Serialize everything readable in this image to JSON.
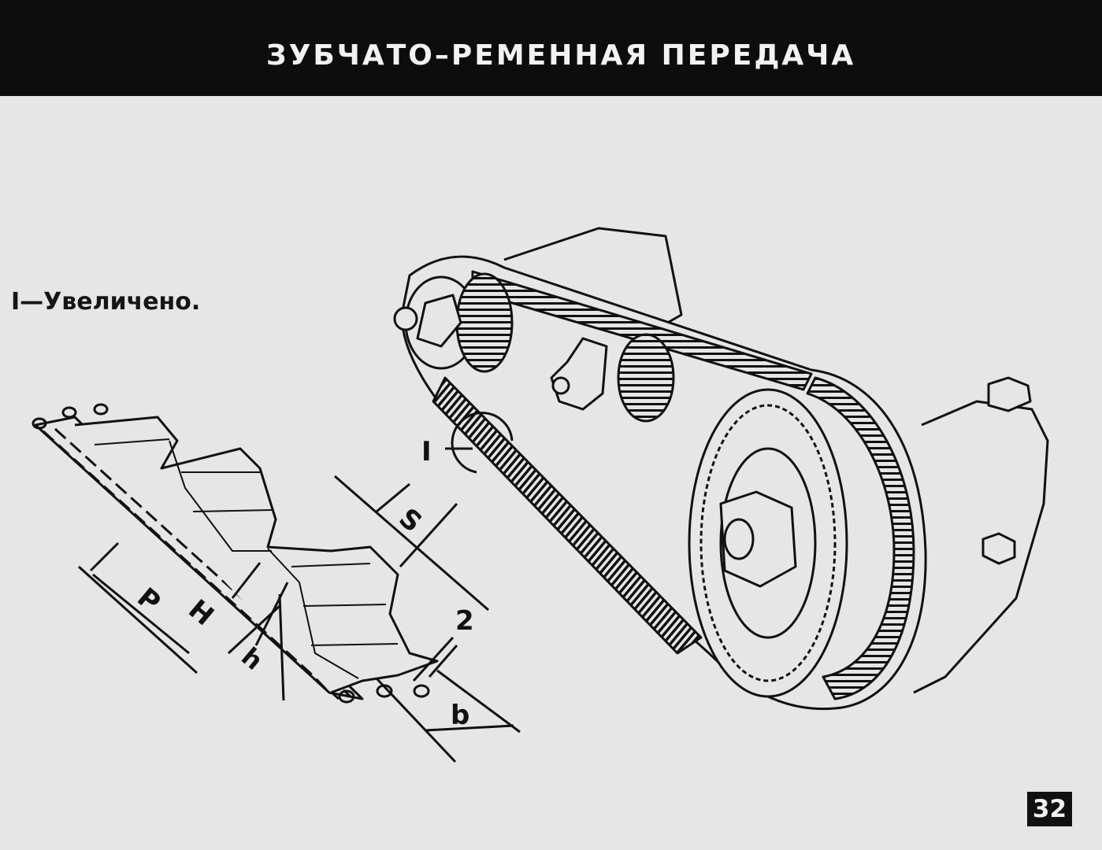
{
  "header": {
    "title": "ЗУБЧАТО–РЕМЕННАЯ ПЕРЕДАЧА"
  },
  "caption": {
    "text": "I—Увеличено."
  },
  "labels": {
    "detail_marker": "I",
    "pitch": "P",
    "tooth_height_total": "H",
    "tooth_height": "h",
    "tooth_width": "S",
    "belt_width": "b",
    "cord": "2"
  },
  "page_number": "32",
  "colors": {
    "background": "#e6e6e6",
    "ink": "#111111",
    "header": "#0d0d0d"
  }
}
